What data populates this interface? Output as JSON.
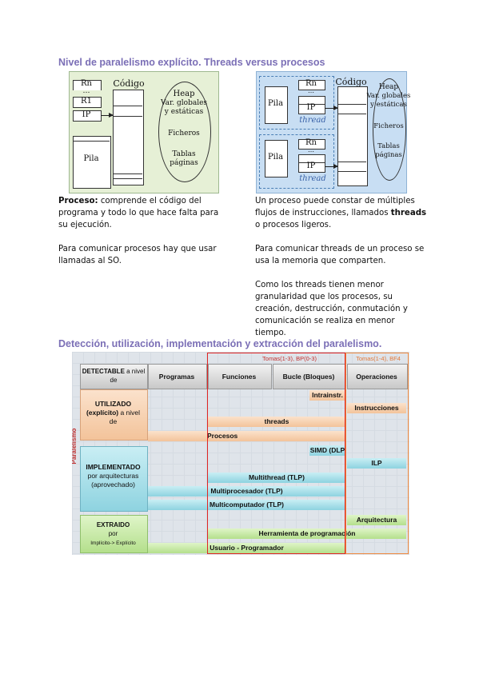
{
  "section1": {
    "heading": "Nivel de paralelismo explícito. Threads versus procesos",
    "left_diagram": {
      "stack_rn": "Rn",
      "stack_dots": "…",
      "stack_r1": "R1",
      "stack_ip": "IP",
      "pila": "Pila",
      "codigo": "Código",
      "heap": "Heap",
      "vars1": "Var. globales",
      "vars2": "y estáticas",
      "ficheros": "Ficheros",
      "tablas1": "Tablas",
      "tablas2": "páginas"
    },
    "right_diagram": {
      "rn": "Rn",
      "dots": "…",
      "ip": "IP",
      "pila": "Pila",
      "thread": "thread",
      "codigo": "Código",
      "heap": "Heap",
      "vars1": "Var. globales",
      "vars2": "y estáticas",
      "ficheros": "Ficheros",
      "tablas1": "Tablas",
      "tablas2": "páginas"
    },
    "left_text": {
      "bold": "Proceso:",
      "rest": " comprende el código del programa y todo lo que hace falta para su ejecución.",
      "p2": "Para comunicar procesos hay que usar llamadas al SO."
    },
    "right_text": {
      "p1a": "Un proceso puede constar de múltiples flujos de instrucciones, llamados ",
      "p1b": "threads",
      "p1c": " o procesos ligeros.",
      "p2": "Para comunicar threads de un proceso se usa la memoria que comparten.",
      "p3": "Como los threads tienen menor granularidad que los procesos, su creación, destrucción, conmutación y comunicación se realiza en menor tiempo."
    }
  },
  "section2": {
    "heading": "Detección, utilización, implementación y extracción del paralelismo.",
    "tomas_red": "Tomas(1-3), BP(0-3)",
    "tomas_orange": "Tomas(1-4), BF4",
    "vertical_label": "Paralelismo",
    "columns": {
      "detectable_bold": "DETECTABLE",
      "detectable_rest": " a nivel de",
      "programas": "Programas",
      "funciones": "Funciones",
      "bucle": "Bucle (Bloques)",
      "operaciones": "Operaciones"
    },
    "rows": {
      "utilizado_1": "UTILIZADO",
      "utilizado_2": "(explícito)",
      "utilizado_3": " a nivel",
      "utilizado_4": "de",
      "implementado_1": "IMPLEMENTADO",
      "implementado_2": "por arquitecturas",
      "implementado_3": "(aprovechado)",
      "extraido_1": "EXTRAIDO",
      "extraido_2": "por",
      "extraido_3": "Implícito-> Explícito"
    },
    "bars": {
      "intrainstr": "Intrainstr.",
      "instrucciones": "Instrucciones",
      "threads": "threads",
      "procesos": "Procesos",
      "simd": "SIMD (DLP",
      "ilp": "ILP",
      "multithread": "Multithread (TLP)",
      "multiprocesador": "Multiprocesador (TLP)",
      "multicomputador": "Multicomputador (TLP)",
      "arquitectura": "Arquitectura",
      "herramienta": "Herramienta de programación",
      "usuario": "Usuario - Programador"
    }
  }
}
